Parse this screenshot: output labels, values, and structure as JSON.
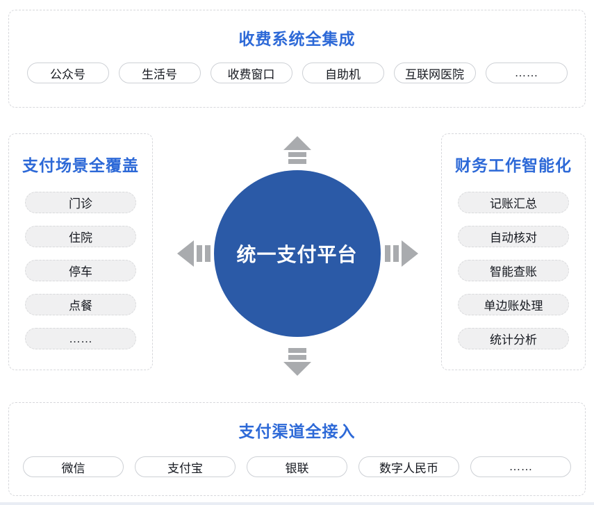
{
  "colors": {
    "title_blue": "#2D69D7",
    "circle_blue": "#2B5AA7",
    "arrow_gray": "#A9ABAE",
    "pill_fill": "#F0F0F1",
    "page_bg": "#FFFFFF",
    "strip": "#E9EDF4"
  },
  "center": {
    "label": "统一支付平台"
  },
  "top_section": {
    "title": "收费系统全集成",
    "items": [
      "公众号",
      "生活号",
      "收费窗口",
      "自助机",
      "互联网医院",
      "……"
    ]
  },
  "left_section": {
    "title": "支付场景全覆盖",
    "items": [
      "门诊",
      "住院",
      "停车",
      "点餐",
      "……"
    ]
  },
  "right_section": {
    "title": "财务工作智能化",
    "items": [
      "记账汇总",
      "自动核对",
      "智能查账",
      "单边账处理",
      "统计分析"
    ]
  },
  "bottom_section": {
    "title": "支付渠道全接入",
    "items": [
      "微信",
      "支付宝",
      "银联",
      "数字人民币",
      "……"
    ]
  }
}
